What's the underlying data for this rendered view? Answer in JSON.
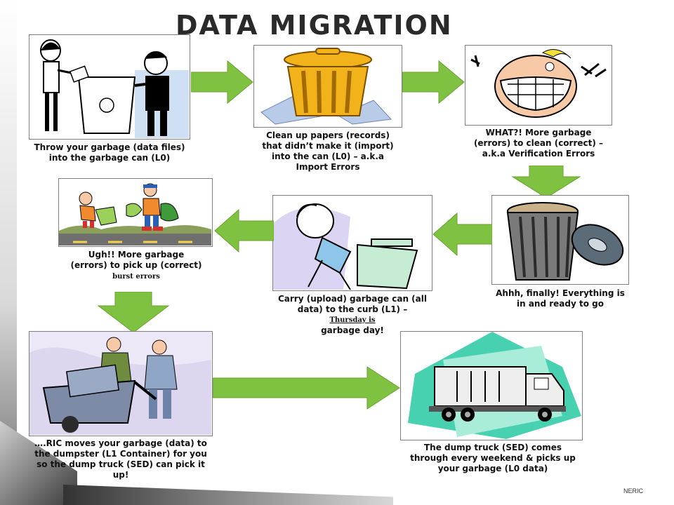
{
  "title": "DATA MIGRATION",
  "footer": "NERIC",
  "colors": {
    "arrow": "#7fc242",
    "arrow_stroke": "#6aa22f"
  },
  "steps": [
    {
      "caption": "Throw your garbage (data files) into the garbage can (L0)"
    },
    {
      "caption": "Clean up papers (records) that didn’t make it (import) into the can (L0) – a.k.a Import Errors"
    },
    {
      "caption": "WHAT?! More garbage (errors) to clean (correct) – a.k.a Verification Errors"
    },
    {
      "caption": "Ahhh, finally! Everything is in and ready to go"
    },
    {
      "caption_line1": "Carry (upload) garbage can (all data) to the curb (L1) –",
      "note": "Thursday is",
      "caption_line3": "garbage day!"
    },
    {
      "caption": "Ugh!! More garbage (errors) to pick up (correct)",
      "note": "burst errors"
    },
    {
      "caption": "….RIC moves your garbage (data) to the dumpster (L1 Container) for you so the dump truck (SED) can pick it up!"
    },
    {
      "caption": "The dump truck (SED) comes through every weekend & picks up your garbage (L0 data)"
    }
  ]
}
